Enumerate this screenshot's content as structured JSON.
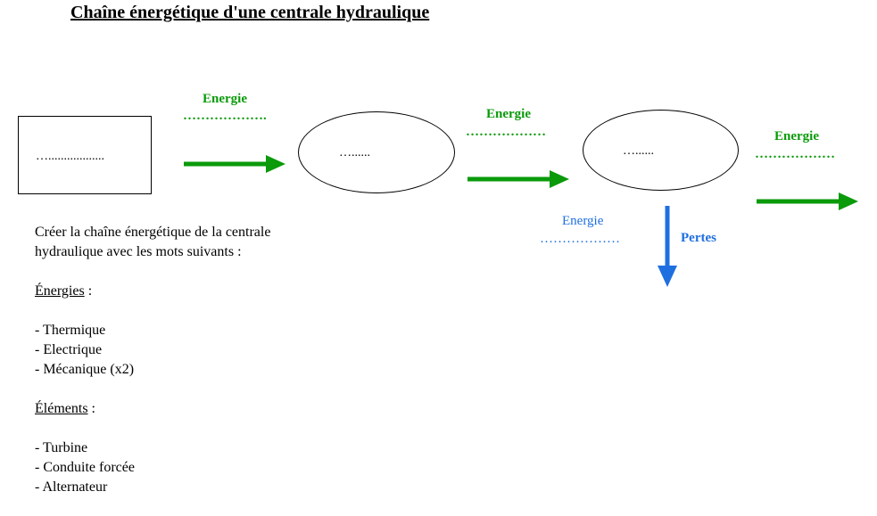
{
  "title": "Chaîne énergétique d'une centrale hydraulique",
  "diagram": {
    "source_box_text": "…..................",
    "ellipse1_text": "…......",
    "ellipse2_text": "…......",
    "energy_label": "Energie",
    "arrow1_dots": "……………….",
    "arrow2_dots": "………………",
    "arrow3_dots": "………………",
    "loss_energy_label": "Energie",
    "loss_dots": "………………",
    "loss_label": "Pertes",
    "colors": {
      "green": "#0a9a0a",
      "blue": "#1f6fe0"
    }
  },
  "instructions": {
    "intro_line1": "Créer la chaîne énergétique de la centrale",
    "intro_line2": "hydraulique avec les mots suivants :",
    "energies_heading": "Énergies",
    "energies_colon": " :",
    "energies": [
      "- Thermique",
      "- Electrique",
      "- Mécanique (x2)"
    ],
    "elements_heading": "Éléments",
    "elements_colon": " :",
    "elements": [
      "- Turbine",
      "- Conduite forcée",
      "- Alternateur"
    ]
  }
}
